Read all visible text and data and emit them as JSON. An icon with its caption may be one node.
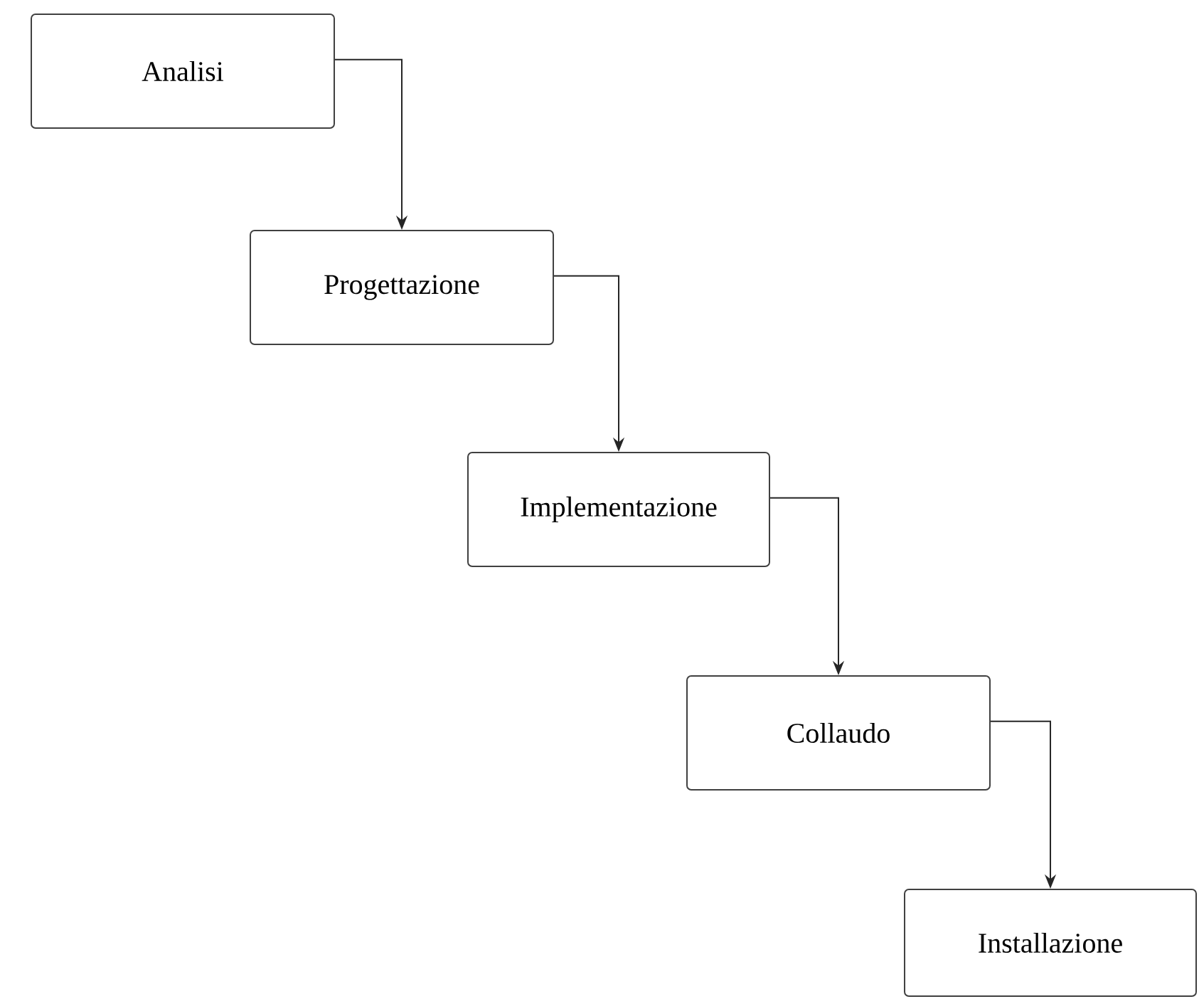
{
  "diagram": {
    "nodes": [
      {
        "text": [
          "Analisi"
        ]
      },
      {
        "text": [
          "Progettazione"
        ]
      },
      {
        "text": [
          "Implementazione"
        ]
      },
      {
        "text": [
          "Collaudo"
        ]
      },
      {
        "text": [
          "Installazione"
        ]
      }
    ],
    "edges": [
      {
        "from": 0,
        "to": 1,
        "arrow": "to"
      },
      {
        "from": 1,
        "to": 2,
        "arrow": "to"
      },
      {
        "from": 2,
        "to": 3,
        "arrow": "to"
      },
      {
        "from": 3,
        "to": 4,
        "arrow": "to"
      }
    ]
  }
}
